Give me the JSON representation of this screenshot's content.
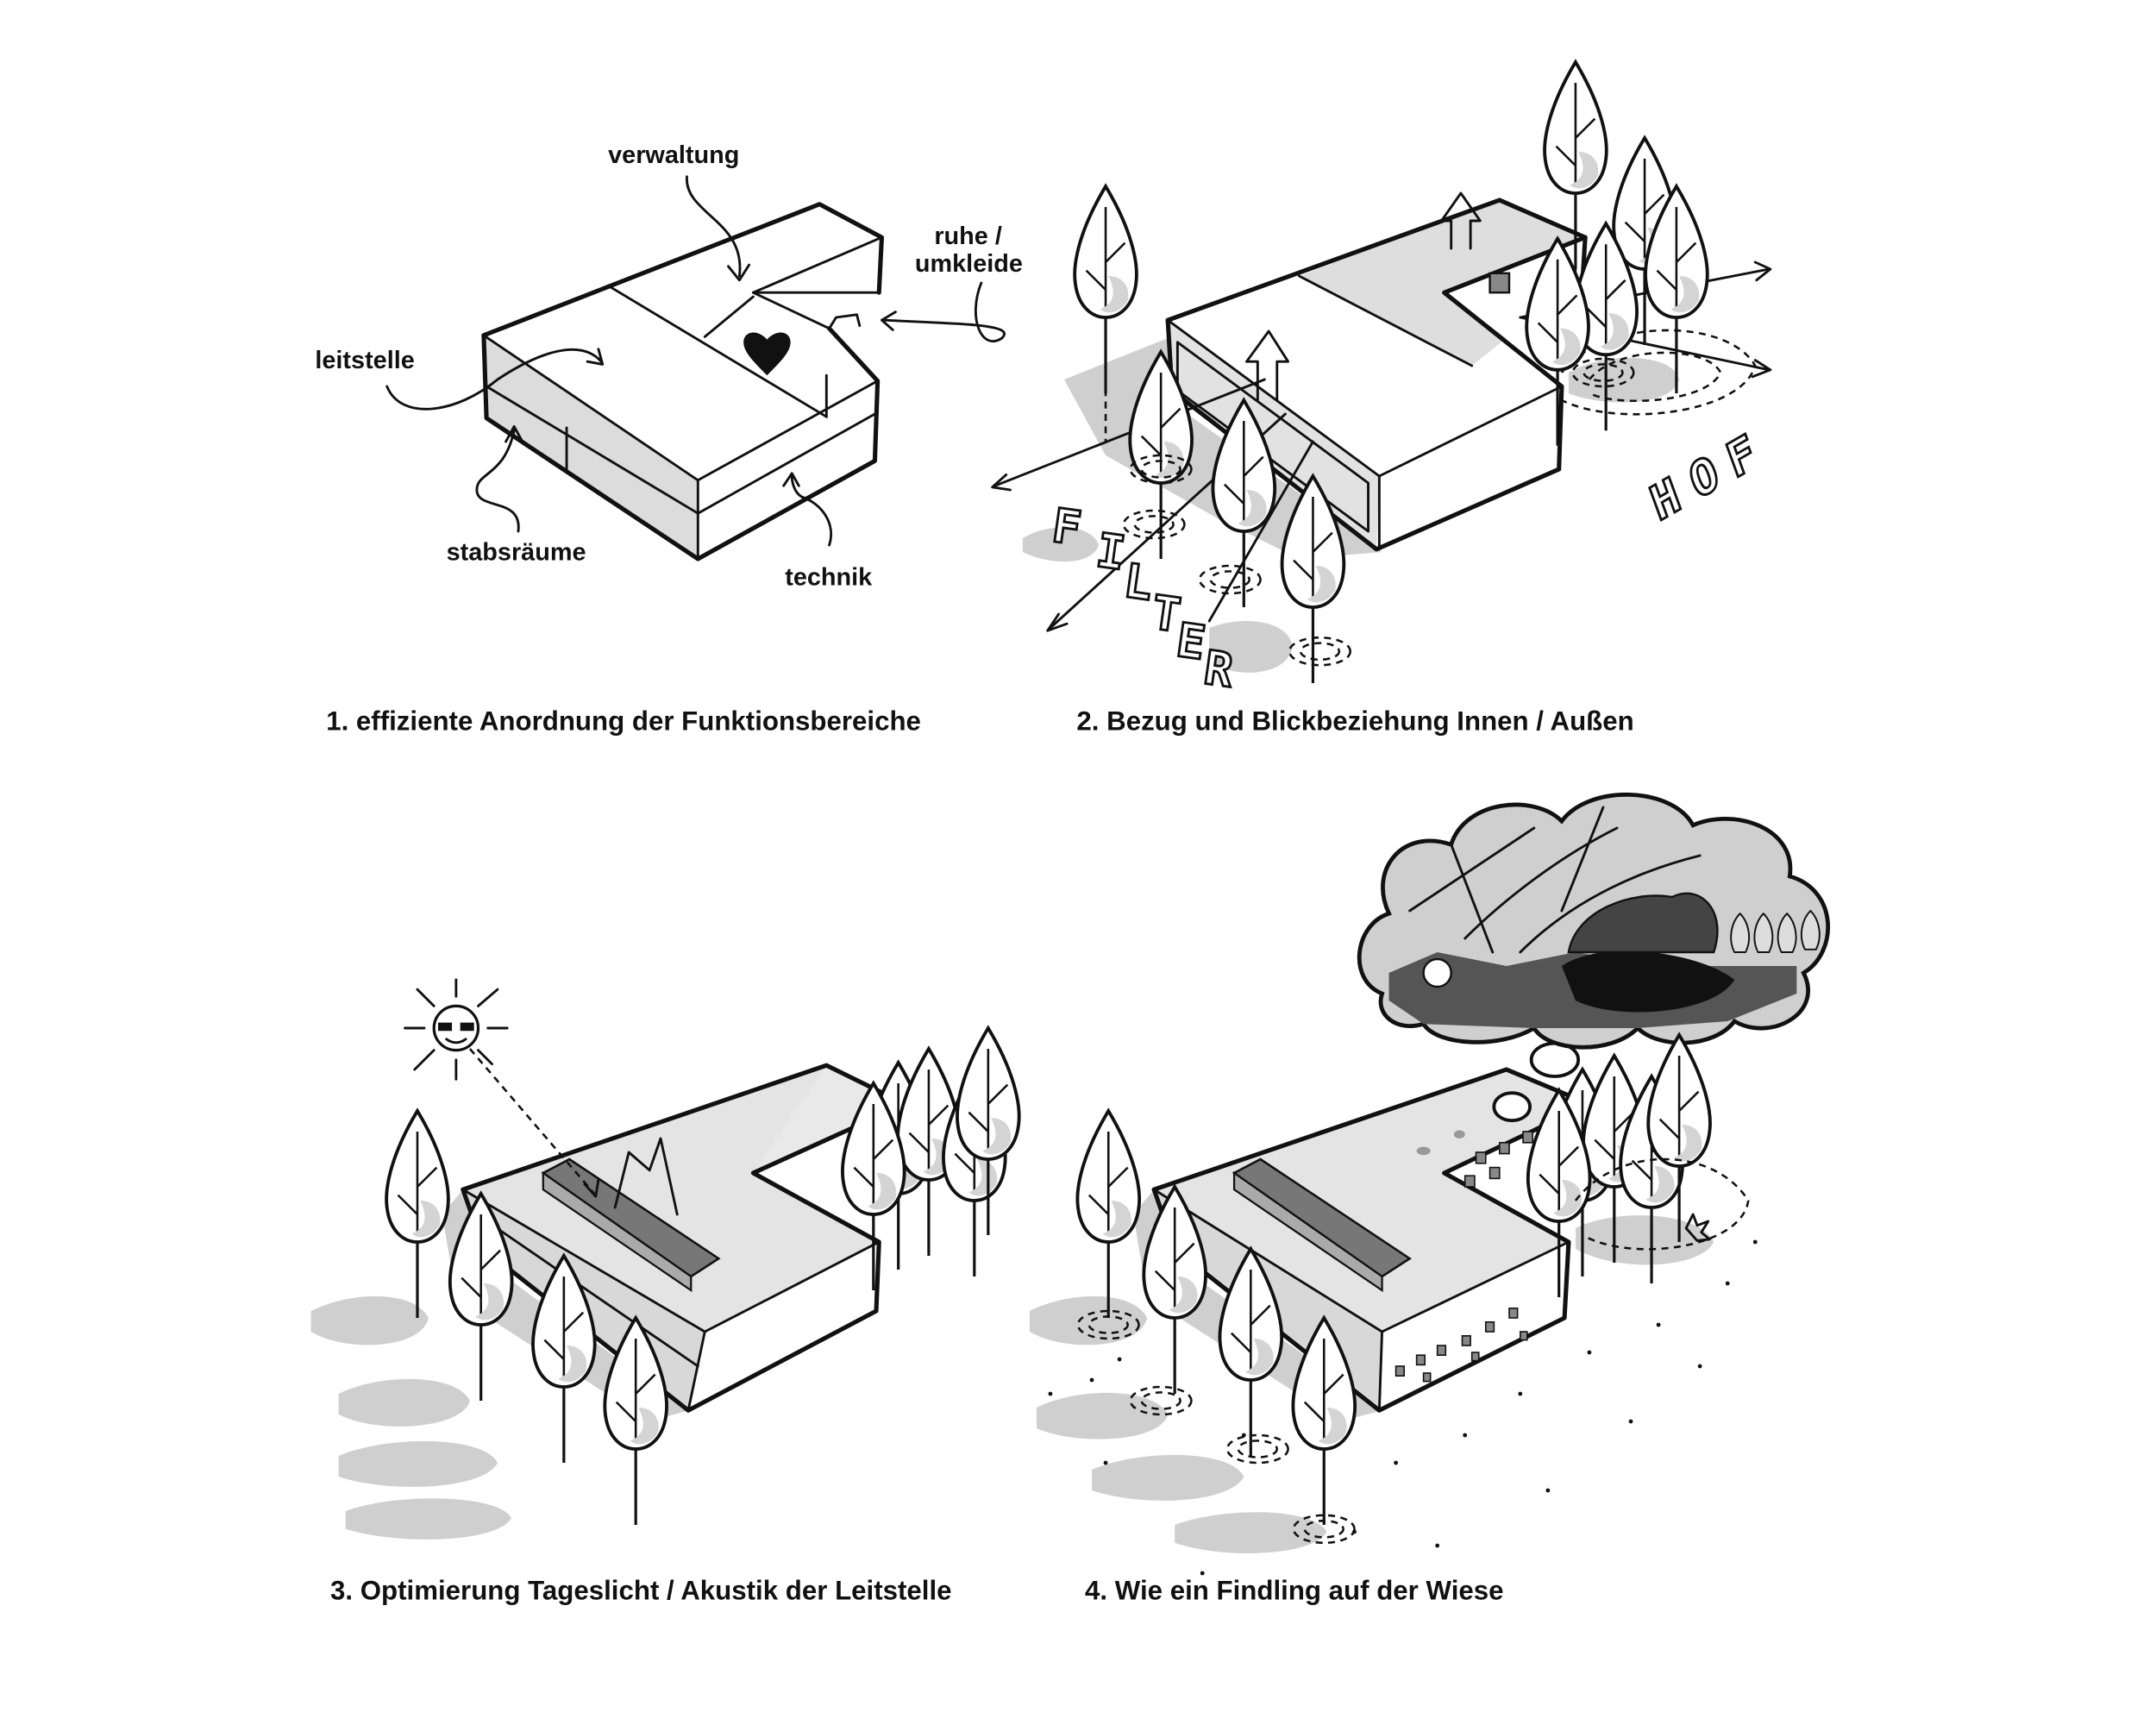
{
  "colors": {
    "ink": "#111111",
    "shade": "#d9d9d9",
    "shadow": "#cccccc",
    "dark": "#555555"
  },
  "panel1": {
    "caption": "1. effiziente Anordnung der Funktionsbereiche",
    "labels": {
      "verwaltung": "verwaltung",
      "ruhe_line1": "ruhe /",
      "ruhe_line2": "umkleide",
      "leitstelle": "leitstelle",
      "stabsraeume": "stabsräume",
      "technik": "technik"
    },
    "icons": [
      "heart-icon"
    ]
  },
  "panel2": {
    "caption": "2. Bezug und Blickbeziehung Innen / Außen",
    "filter_letters": [
      "F",
      "I",
      "L",
      "T",
      "E",
      "R"
    ],
    "hof_letters": [
      "H",
      "O",
      "F"
    ]
  },
  "panel3": {
    "caption": "3. Optimierung Tageslicht / Akustik der Leitstelle",
    "icons": [
      "sun-with-sunglasses-icon"
    ]
  },
  "panel4": {
    "caption": "4. Wie ein Findling auf der Wiese",
    "icons": [
      "thought-cloud-landscape-icon"
    ]
  }
}
